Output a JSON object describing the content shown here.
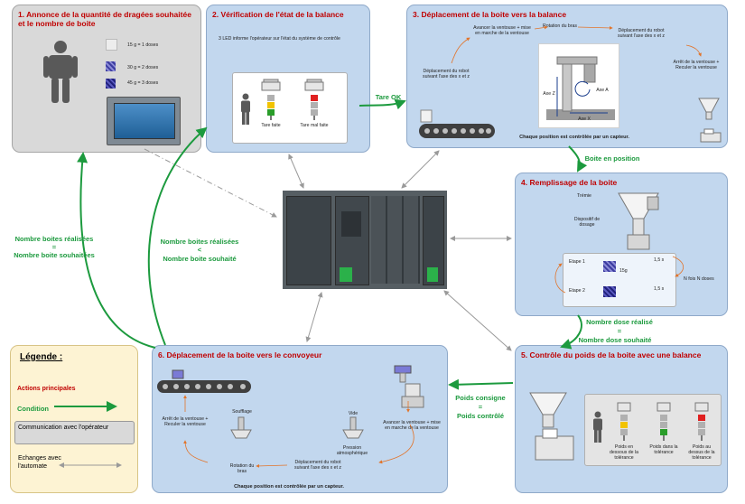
{
  "box1": {
    "title": "1. Annonce de la quantité de dragées souhaitée et le nombre de boite",
    "doses": [
      "15 g = 1 doses",
      "30 g = 2 doses",
      "45 g = 3 doses"
    ]
  },
  "box2": {
    "title": "2. Vérification de l'état de la balance",
    "text": "3 LED informe l'opérateur sur l'état du système de contrôle",
    "tare_faite": "Tare faite",
    "tare_mal_faite": "Tare mal faite"
  },
  "box3": {
    "title": "3. Déplacement de la boite vers la balance",
    "deplacement": "Déplacement du robot suivant l'axe des x et z",
    "avancer": "Avancer la ventouse + mise en marche de la ventouse",
    "rotation": "Rotation du bras",
    "deplacement2": "Déplacement du robot suivant l'axe des x et z",
    "arret": "Arrêt de la ventouse + Reculer la ventouse",
    "axe_z": "Axe Z",
    "axe_a": "Axe A",
    "axe_x": "Axe X",
    "capteur": "Chaque position est contrôlée par un capteur."
  },
  "box4": {
    "title": "4. Remplissage de la boite",
    "tremie": "Trémie",
    "dispositif": "Dispositif de dosage",
    "etape1": "Etape 1",
    "etape1_time": "1,5 s",
    "etape1_weight": "15g",
    "etape2": "Etape 2",
    "etape2_time": "1,5 s",
    "n_doses": "N fois N doses"
  },
  "box5": {
    "title": "5. Contrôle du poids de la boite avec une balance",
    "en_dessous": "Poids en dessous de la tolérance",
    "dans": "Poids dans la tolérance",
    "au_dessus": "Poids au dessus de la tolérance"
  },
  "box6": {
    "title": "6. Déplacement de la boite vers le convoyeur",
    "arret": "Arrêt de la ventouse + Reculer la ventouse",
    "soufflage": "Soufflage",
    "vide": "Vide",
    "pression": "Pression atmosphérique",
    "avancer": "Avancer la ventouse + mise en marche de la ventouse",
    "rotation": "Rotation du bras",
    "deplacement": "Déplacement du robot suivant l'axe des x et z",
    "capteur": "Chaque position est contrôlée par un capteur."
  },
  "conditions": {
    "tare_ok": "Tare OK",
    "boite_position": "Boite en position",
    "dose_realise": "Nombre dose réalisé",
    "dose_eq": "=",
    "dose_souhaite": "Nombre dose souhaité",
    "poids_consigne": "Poids consigne",
    "poids_eq": "=",
    "poids_controle": "Poids contrôlé",
    "boites_realisees_1": "Nombre boites réalisées",
    "boites_lt": "<",
    "boites_souhaite_1": "Nombre boite souhaité",
    "boites_realisees_2": "Nombre boites réalisées",
    "boites_eq": "=",
    "boites_souhaitees_2": "Nombre boite souhaitées"
  },
  "legend": {
    "title": "Légende :",
    "actions": "Actions principales",
    "condition": "Condition",
    "communication": "Communication avec l'opérateur",
    "echanges": "Echanges avec l'automate"
  },
  "colors": {
    "box_blue": "#c2d7ee",
    "box_grey": "#d9d9d9",
    "legend_bg": "#fdf3d3",
    "title_red": "#c00000",
    "condition_green": "#1c9a3e",
    "orange": "#e2742a"
  }
}
